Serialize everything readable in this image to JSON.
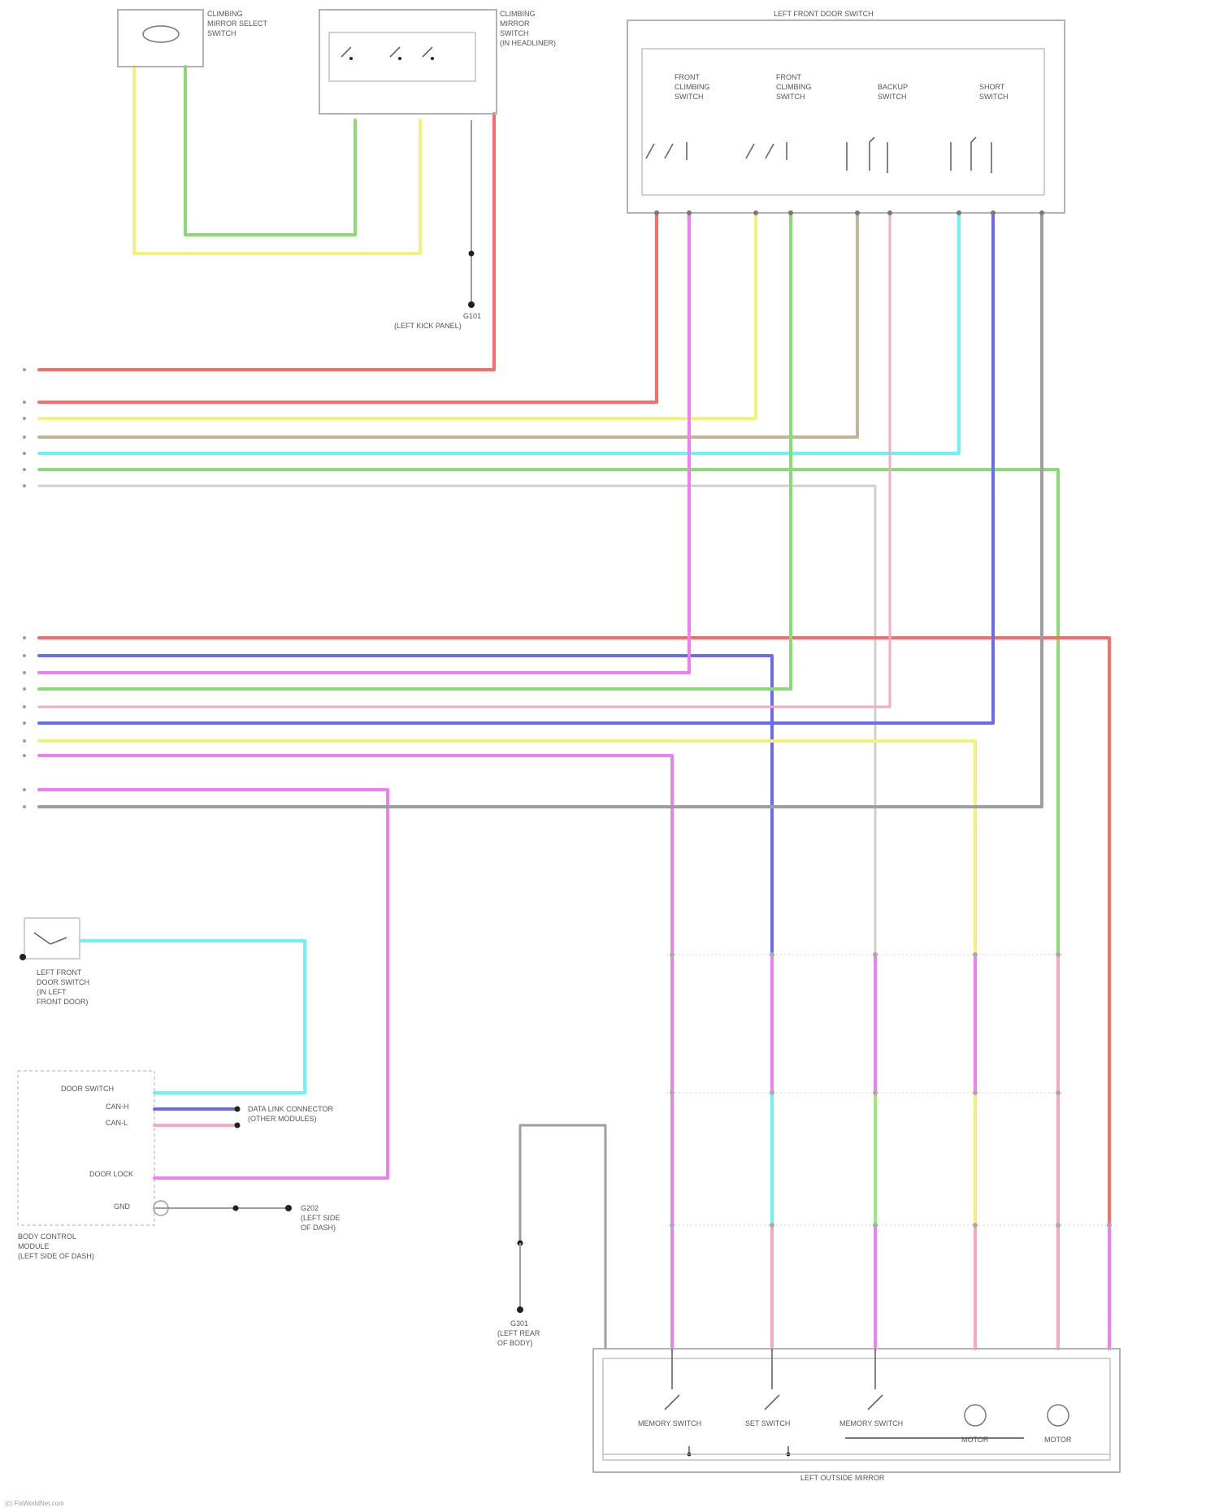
{
  "components": {
    "mirror_select_switch": [
      "CLIMBING",
      "MIRROR SELECT",
      "SWITCH"
    ],
    "mirror_switch_assembly": [
      "CLIMBING",
      "MIRROR",
      "SWITCH",
      "(IN HEADLINER)"
    ],
    "left_door_switch": {
      "title": "LEFT FRONT DOOR SWITCH"
    },
    "door_switch_groups": [
      [
        "FRONT",
        "CLIMBING",
        "SWITCH"
      ],
      [
        "FRONT",
        "CLIMBING",
        "SWITCH"
      ],
      [
        "BACKUP",
        "SWITCH"
      ],
      [
        "SHORT",
        "SWITCH"
      ]
    ],
    "door_lock_switch": [
      "LEFT FRONT",
      "DOOR SWITCH",
      "(IN LEFT",
      "FRONT DOOR)"
    ],
    "body_control_module": [
      "BODY CONTROL",
      "MODULE",
      "(LEFT SIDE OF DASH)"
    ],
    "bcm_pins": [
      "DOOR SWITCH",
      "CAN-H",
      "CAN-L",
      "DOOR LOCK",
      "GND"
    ],
    "bcm_can_notes": [
      "DATA LINK CONNECTOR",
      "(OTHER MODULES)"
    ],
    "mirror_assembly": "LEFT OUTSIDE MIRROR",
    "mirror_parts": [
      "MEMORY SWITCH",
      "SET SWITCH",
      "MEMORY SWITCH",
      "MOTOR",
      "MOTOR"
    ]
  },
  "grounds": {
    "g1": [
      "G101",
      "(LEFT KICK PANEL)"
    ],
    "g2": [
      "G202",
      "(LEFT SIDE",
      "OF DASH)"
    ],
    "g3": [
      "G301",
      "(LEFT REAR",
      "OF BODY)"
    ]
  },
  "wire_colors": {
    "red": "#ff6b6b",
    "yellow": "#f2f27a",
    "green": "#8cd97a",
    "cyan": "#6ff2f2",
    "magenta": "#ee7ff0",
    "pink": "#f7a8c4",
    "blue": "#6b6bf2",
    "tan": "#c2b49a",
    "gray": "#9e9e9e",
    "light_gray": "#cfcfcf",
    "lime": "#9be77d"
  },
  "footer": "(c) FixWorldNet.com"
}
